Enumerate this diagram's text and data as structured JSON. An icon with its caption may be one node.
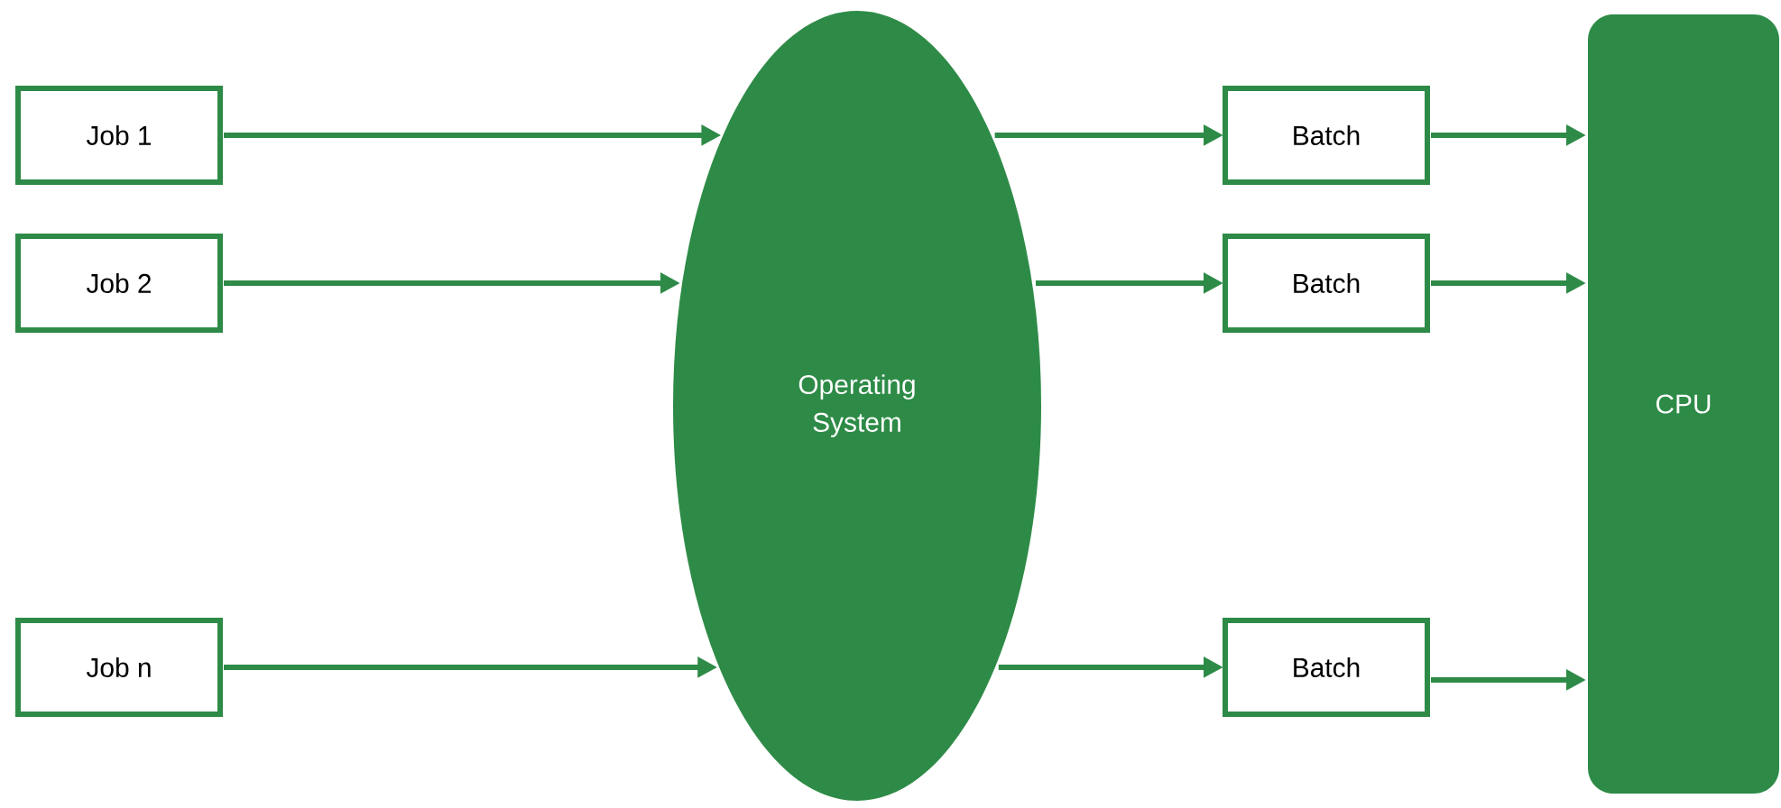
{
  "diagram": {
    "nodes": [
      {
        "text": [
          "Job 1"
        ]
      },
      {
        "text": [
          "Job 2"
        ]
      },
      {
        "text": [
          "Job n"
        ]
      },
      {
        "text": [
          "Operating System"
        ]
      },
      {
        "text": [
          "Batch"
        ]
      },
      {
        "text": [
          "Batch"
        ]
      },
      {
        "text": [
          "Batch"
        ]
      },
      {
        "text": [
          "CPU"
        ]
      }
    ],
    "edges": [
      {
        "from": 0,
        "to": 3,
        "arrow": "to"
      },
      {
        "from": 1,
        "to": 3,
        "arrow": "to"
      },
      {
        "from": 2,
        "to": 3,
        "arrow": "to"
      },
      {
        "from": 3,
        "to": 4,
        "arrow": "to"
      },
      {
        "from": 3,
        "to": 5,
        "arrow": "to"
      },
      {
        "from": 3,
        "to": 6,
        "arrow": "to"
      },
      {
        "from": 4,
        "to": 7,
        "arrow": "to"
      },
      {
        "from": 5,
        "to": 7,
        "arrow": "to"
      },
      {
        "from": 6,
        "to": 7,
        "arrow": "to"
      }
    ]
  }
}
